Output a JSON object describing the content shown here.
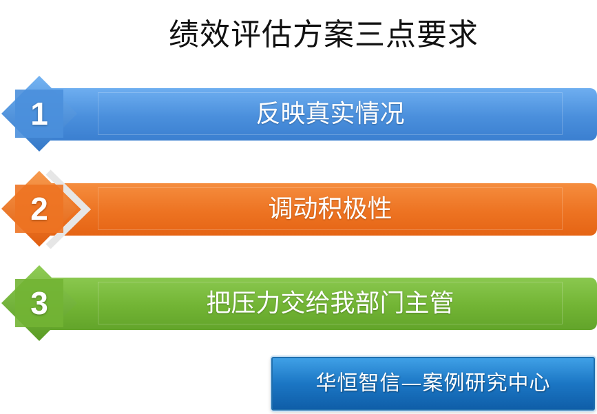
{
  "title": "绩效评估方案三点要求",
  "items": [
    {
      "number": "1",
      "label": "反映真实情况",
      "color": "#4a8fdc"
    },
    {
      "number": "2",
      "label": "调动积极性",
      "color": "#ed7322"
    },
    {
      "number": "3",
      "label": "把压力交给我部门主管",
      "color": "#72b434"
    }
  ],
  "brand": {
    "text": "华恒智信—案例研究中心"
  }
}
